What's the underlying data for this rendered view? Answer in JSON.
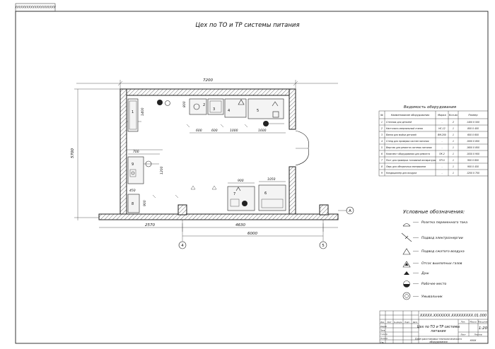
{
  "sheet": {
    "stamp_top": "XXXXXXXXXXXXXXXXXXXXX",
    "title": "Цех по ТО и ТР системы питания"
  },
  "dims": {
    "top_width": "7200",
    "left_height": "5700",
    "bottom_total": "6000",
    "bottom_mid": "4630",
    "bottom_left": "2570",
    "d_1400": "1400",
    "d_800": "800",
    "d_600a": "600",
    "d_600b": "600",
    "d_1000": "1000",
    "d_1600": "1600",
    "d_700": "700",
    "d_1200": "1200",
    "d_450": "450",
    "d_900": "900",
    "d_900b": "900",
    "d_1050": "1050"
  },
  "axes": {
    "a": "А",
    "four": "4",
    "five": "5"
  },
  "equipment_numbers": [
    "1",
    "2",
    "3",
    "4",
    "5",
    "6",
    "7",
    "8",
    "9"
  ],
  "spec": {
    "title": "Ведомость оборудования",
    "headers": [
      "№",
      "Наименование оборудования",
      "Марка",
      "Кол-во",
      "Размер"
    ],
    "rows": [
      [
        "1",
        "Стеллаж для деталей",
        "-",
        "2",
        "1400 Х 500"
      ],
      [
        "2",
        "Настольно-сверлильный станок",
        "НС-12",
        "1",
        "800 Х 400"
      ],
      [
        "3",
        "Ванна для мойки деталей",
        "ВМ-200",
        "1",
        "600 Х 600"
      ],
      [
        "4",
        "Стенд для проверки систем питания",
        "-",
        "1",
        "1000 Х 800"
      ],
      [
        "5",
        "Верстак для ремонта системы питания",
        "-",
        "1",
        "1600 Х 800"
      ],
      [
        "6",
        "Комплект оборудования для ремонта",
        "ПК-2",
        "1",
        "1050 Х 900"
      ],
      [
        "7",
        "Пост для проверки топливной аппаратуры",
        "ПП-5",
        "1",
        "900 Х 600"
      ],
      [
        "8",
        "Ларь для обтирочных материалов",
        "-",
        "1",
        "900 Х 450"
      ],
      [
        "9",
        "Кондиционер для воздуха",
        "-",
        "1",
        "1200 Х 700"
      ]
    ]
  },
  "legend": {
    "title": "Условные обозначения:",
    "items": [
      "Розетка переменного тока",
      "Подвод электроэнергии",
      "Подвод сжатого воздуха",
      "Отсос выхлопных газов",
      "Душ",
      "Рабочее место",
      "Умывальник"
    ]
  },
  "titleblock": {
    "code": "XXXXX.XXXXXXX.XXXXXXXXX.01.000",
    "name_line1": "Цех по ТО и ТР системы",
    "name_line2": "питания",
    "sub_line1": "План расстановки технологического",
    "sub_line2": "оборудования",
    "lit": "Лит.",
    "mass": "Масса",
    "scale_label": "Масштаб",
    "scale": "1:20",
    "sheet_label": "Лист",
    "sheets_label": "Листов",
    "dept": "XXXX",
    "roles": [
      "Изм.",
      "Лист",
      "№ докум.",
      "Подп.",
      "Дата",
      "Разраб.",
      "Пров.",
      "Т.контр.",
      "Н.контр.",
      "Утв."
    ]
  }
}
